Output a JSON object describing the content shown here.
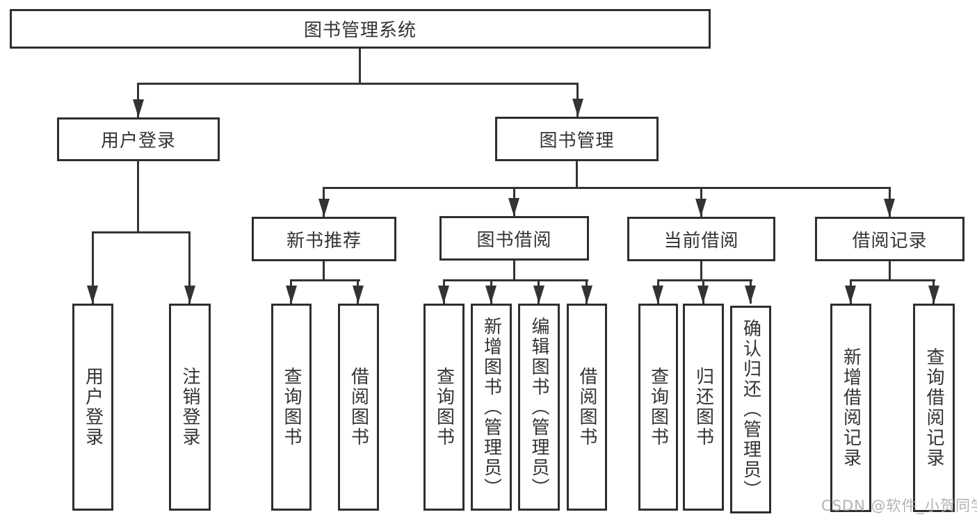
{
  "diagram_title": "图书管理系统",
  "colors": {
    "line": "#333333",
    "text": "#333333",
    "background": "#ffffff",
    "watermark": "#a8a8b0"
  },
  "watermark": {
    "text": "CSDN @软件_小贺同学"
  },
  "tree": {
    "label": "图书管理系统",
    "children": [
      {
        "label": "用户登录",
        "children": [
          {
            "label": "用户登录"
          },
          {
            "label": "注销登录"
          }
        ]
      },
      {
        "label": "图书管理",
        "children": [
          {
            "label": "新书推荐",
            "children": [
              {
                "label": "查询图书"
              },
              {
                "label": "借阅图书"
              }
            ]
          },
          {
            "label": "图书借阅",
            "children": [
              {
                "label": "查询图书"
              },
              {
                "label": "新增图书（管理员）"
              },
              {
                "label": "编辑图书（管理员）"
              },
              {
                "label": "借阅图书"
              }
            ]
          },
          {
            "label": "当前借阅",
            "children": [
              {
                "label": "查询图书"
              },
              {
                "label": "归还图书"
              },
              {
                "label": "确认归还（管理员）"
              }
            ]
          },
          {
            "label": "借阅记录",
            "children": [
              {
                "label": "新增借阅记录"
              },
              {
                "label": "查询借阅记录"
              }
            ]
          }
        ]
      }
    ]
  }
}
